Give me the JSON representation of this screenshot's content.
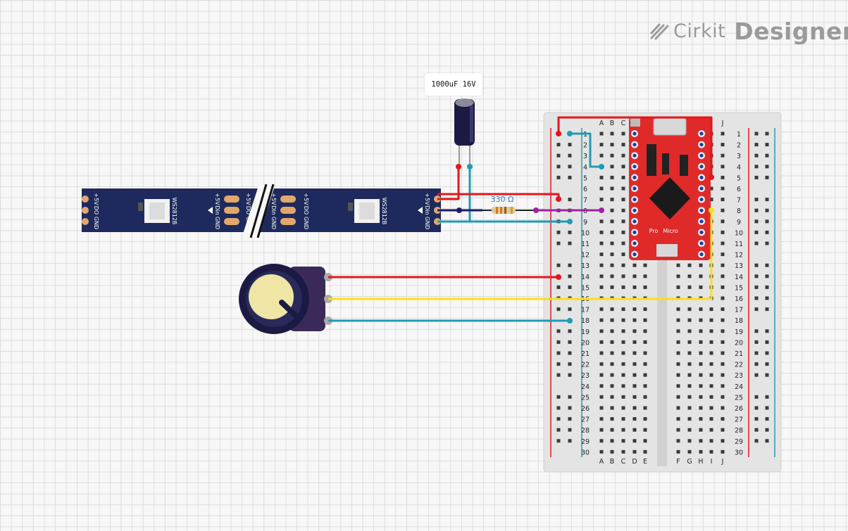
{
  "branding": {
    "brand": "Cirkit",
    "product": "Designer"
  },
  "capacitor": {
    "label": "1000uF 16V"
  },
  "resistor": {
    "label": "330 Ω"
  },
  "led_strip": {
    "module_label": "WS2812B",
    "input_pins": [
      "+5V",
      "Din",
      "GND"
    ],
    "output_pins": [
      "+5V",
      "DO",
      "GND"
    ]
  },
  "microcontroller": {
    "label_left": "Pro",
    "label_right": "Micro"
  },
  "breadboard": {
    "rows": [
      1,
      2,
      3,
      4,
      5,
      6,
      7,
      8,
      9,
      10,
      11,
      12,
      13,
      14,
      15,
      16,
      17,
      18,
      19,
      20,
      21,
      22,
      23,
      24,
      25,
      26,
      27,
      28,
      29,
      30
    ],
    "columns_left": [
      "A",
      "B",
      "C",
      "D",
      "E"
    ],
    "columns_right": [
      "F",
      "G",
      "H",
      "I",
      "J"
    ]
  },
  "colors": {
    "power_wire": "#e8141b",
    "ground_wire": "#1e9cb5",
    "signal_wire": "#f7e11b",
    "data_wire": "#a020a0",
    "strip_wire": "#1b1b6a",
    "strip_board": "#1e2a5e",
    "mcu_board": "#e02a2a"
  }
}
